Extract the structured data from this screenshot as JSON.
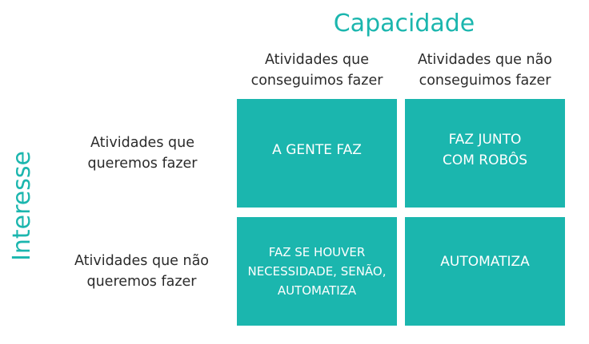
{
  "matrix": {
    "column_axis_title": "Capacidade",
    "row_axis_title": "Interesse",
    "columns": [
      {
        "line1": "Atividades que",
        "line2": "conseguimos fazer"
      },
      {
        "line1": "Atividades que não",
        "line2": "conseguimos fazer"
      }
    ],
    "rows": [
      {
        "line1": "Atividades que",
        "line2": "queremos fazer"
      },
      {
        "line1": "Atividades que não",
        "line2": "queremos fazer"
      }
    ],
    "cells": {
      "top_left": [
        "A GENTE FAZ"
      ],
      "top_right": [
        "FAZ JUNTO",
        "COM ROBÔS"
      ],
      "bottom_left": [
        "FAZ SE HOUVER",
        "NECESSIDADE, SENÃO,",
        "AUTOMATIZA"
      ],
      "bottom_right": [
        "AUTOMATIZA"
      ]
    }
  },
  "colors": {
    "accent": "#1bb6ae",
    "cell_text": "#ffffff",
    "label_text": "#2b2b2b"
  }
}
